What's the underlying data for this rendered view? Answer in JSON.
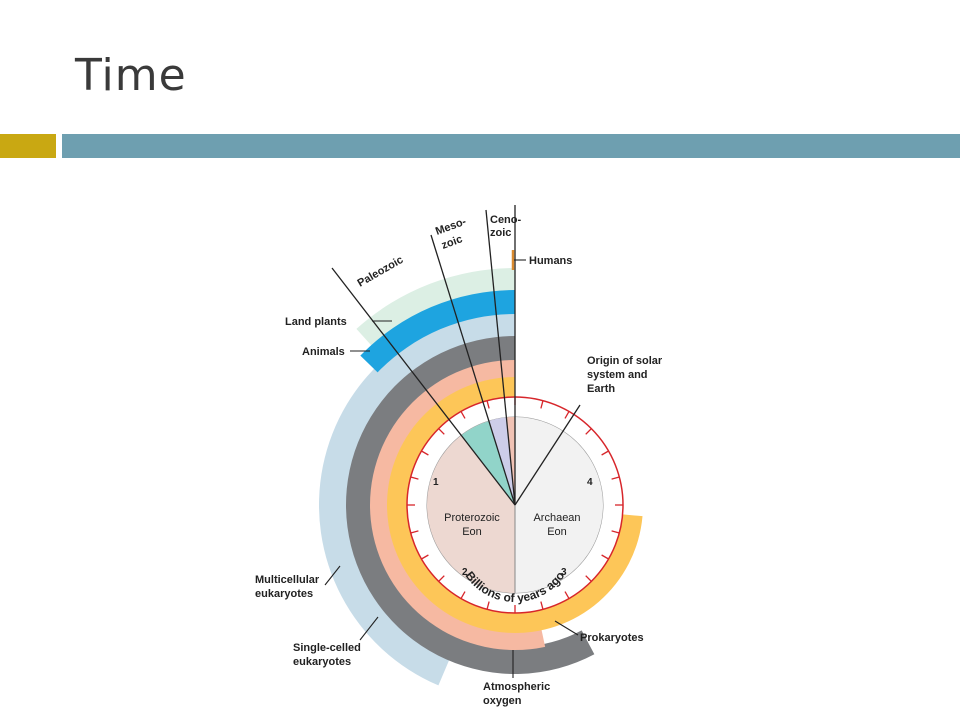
{
  "slide": {
    "title": "Time"
  },
  "diagram": {
    "era_labels": {
      "paleozoic": "Paleozoic",
      "mesozoic_1": "Meso-",
      "mesozoic_2": "zoic",
      "cenozoic_1": "Ceno-",
      "cenozoic_2": "zoic"
    },
    "callouts": {
      "humans": "Humans",
      "land_plants": "Land plants",
      "animals": "Animals",
      "origin_1": "Origin of solar",
      "origin_2": "system and",
      "origin_3": "Earth",
      "multicellular_1": "Multicellular",
      "multicellular_2": "eukaryotes",
      "single_celled_1": "Single-celled",
      "single_celled_2": "eukaryotes",
      "prokaryotes": "Prokaryotes",
      "oxygen_1": "Atmospheric",
      "oxygen_2": "oxygen"
    },
    "eons": {
      "proterozoic_1": "Proterozoic",
      "proterozoic_2": "Eon",
      "archaean_1": "Archaean",
      "archaean_2": "Eon"
    },
    "clock_numbers": {
      "n1": "1",
      "n2": "2",
      "n3": "3",
      "n4": "4"
    },
    "center_label": "Billions of years ago",
    "colors": {
      "land_plants": "#dcefe4",
      "animals": "#1ea4e0",
      "multicellular": "#c7dce8",
      "single_celled": "#7b7d80",
      "atmospheric_oxygen": "#f6b9a2",
      "prokaryotes": "#fdc658",
      "clock_ring": "#d7262b",
      "proterozoic_fill": "#edd8d1",
      "archaean_fill": "#f2f2f2",
      "paleozoic_fill": "#91d4c9",
      "mesozoic_fill": "#cdcde9",
      "cenozoic_fill": "#f0c2b4",
      "humans_tick": "#d98a2e"
    }
  }
}
